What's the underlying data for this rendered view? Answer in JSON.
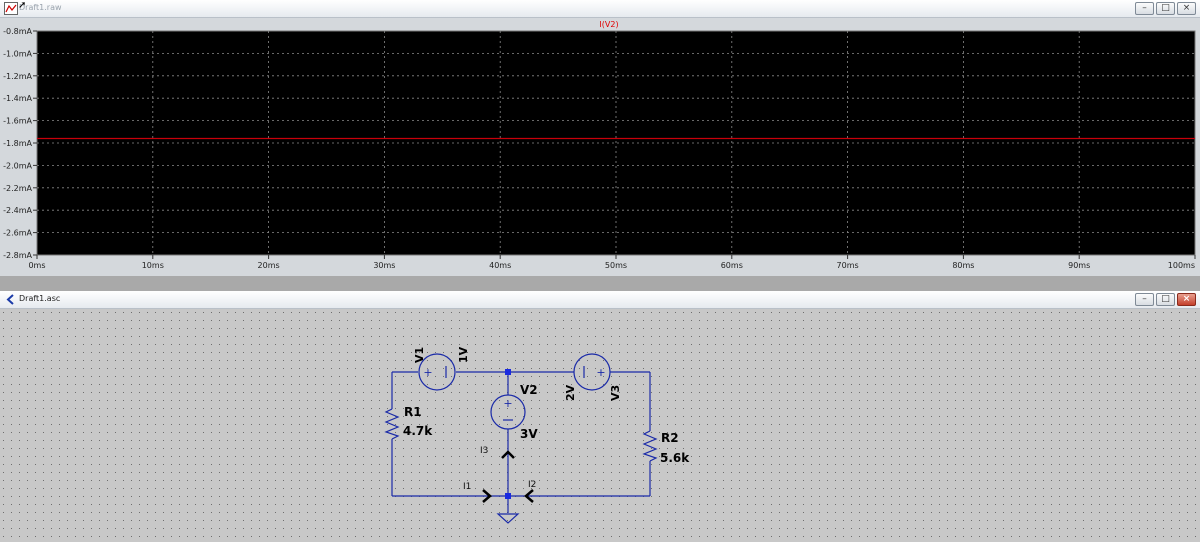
{
  "waveform_window": {
    "title": "Draft1.raw",
    "trace_label": "I(V2)",
    "controls": {
      "minimize": "–",
      "restore": "□",
      "close": "×"
    }
  },
  "schematic_window": {
    "title": "Draft1.asc",
    "controls": {
      "minimize": "–",
      "restore": "□",
      "close": "×"
    },
    "components": {
      "v1": {
        "name": "V1",
        "value": "1V"
      },
      "v2": {
        "name": "V2",
        "value": "3V"
      },
      "v3": {
        "name": "V3",
        "value": "2V"
      },
      "r1": {
        "name": "R1",
        "value": "4.7k"
      },
      "r2": {
        "name": "R2",
        "value": "5.6k"
      }
    },
    "current_labels": {
      "i1": "I1",
      "i2": "I2",
      "i3": "I3"
    }
  },
  "colors": {
    "plot_bg": "#000000",
    "trace": "#c8000a",
    "grid": "#8a8a8a",
    "wire": "#1a2aa8",
    "junction": "#1a2ae0",
    "schematic_bg": "#c8c8c8"
  },
  "chart_data": {
    "type": "line",
    "title": "I(V2)",
    "xlabel": "",
    "ylabel": "",
    "x_ticks": [
      "0ms",
      "10ms",
      "20ms",
      "30ms",
      "40ms",
      "50ms",
      "60ms",
      "70ms",
      "80ms",
      "90ms",
      "100ms"
    ],
    "y_ticks": [
      "-0.8mA",
      "-1.0mA",
      "-1.2mA",
      "-1.4mA",
      "-1.6mA",
      "-1.8mA",
      "-2.0mA",
      "-2.2mA",
      "-2.4mA",
      "-2.6mA",
      "-2.8mA"
    ],
    "xlim": [
      0,
      100
    ],
    "ylim": [
      -2.8,
      -0.8
    ],
    "grid": true,
    "series": [
      {
        "name": "I(V2)",
        "x": [
          0,
          100
        ],
        "y": [
          -1.76,
          -1.76
        ]
      }
    ]
  }
}
